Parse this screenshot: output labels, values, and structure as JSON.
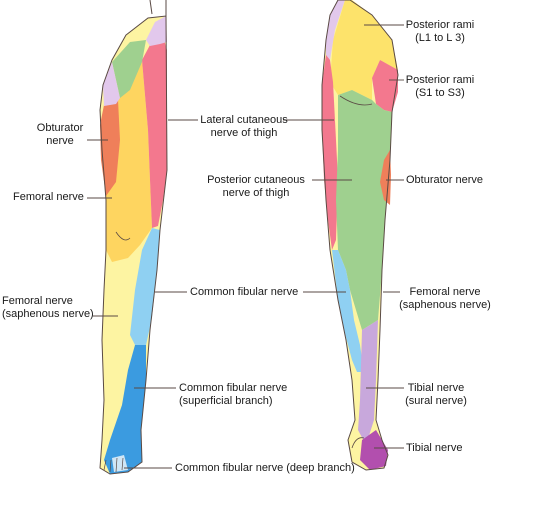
{
  "colors": {
    "posterior_rami_upper": "#fde36b",
    "posterior_rami_lower": "#f3788e",
    "lateral_cutaneous": "#f3788e",
    "posterior_cutaneous": "#9fd08f",
    "obturator": "#ef7f5a",
    "femoral": "#fed560",
    "saphenous": "#fdf4a2",
    "common_fibular": "#8fd0f2",
    "superficial_branch": "#3b9be0",
    "deep_branch": "#cfe6f6",
    "sural": "#c8a8dc",
    "tibial": "#b24fae",
    "top_lilac": "#e2c8ec",
    "line": "#5a4a44"
  },
  "labels": {
    "obturator_front": "Obturator\nnerve",
    "femoral_front": "Femoral nerve",
    "femoral_saphenous_front": "Femoral nerve\n(saphenous nerve)",
    "lateral_cutaneous": "Lateral cutaneous\nnerve of thigh",
    "posterior_cutaneous": "Posterior cutaneous\nnerve of thigh",
    "common_fibular": "Common fibular nerve",
    "common_fibular_superficial": "Common fibular nerve\n(superficial branch)",
    "common_fibular_deep": "Common fibular nerve (deep branch)",
    "posterior_rami_l": "Posterior rami\n(L1 to L 3)",
    "posterior_rami_s": "Posterior rami\n(S1 to S3)",
    "obturator_back": "Obturator nerve",
    "femoral_saphenous_back": "Femoral nerve\n(saphenous nerve)",
    "tibial_sural": "Tibial nerve\n(sural nerve)",
    "tibial": "Tibial nerve"
  }
}
